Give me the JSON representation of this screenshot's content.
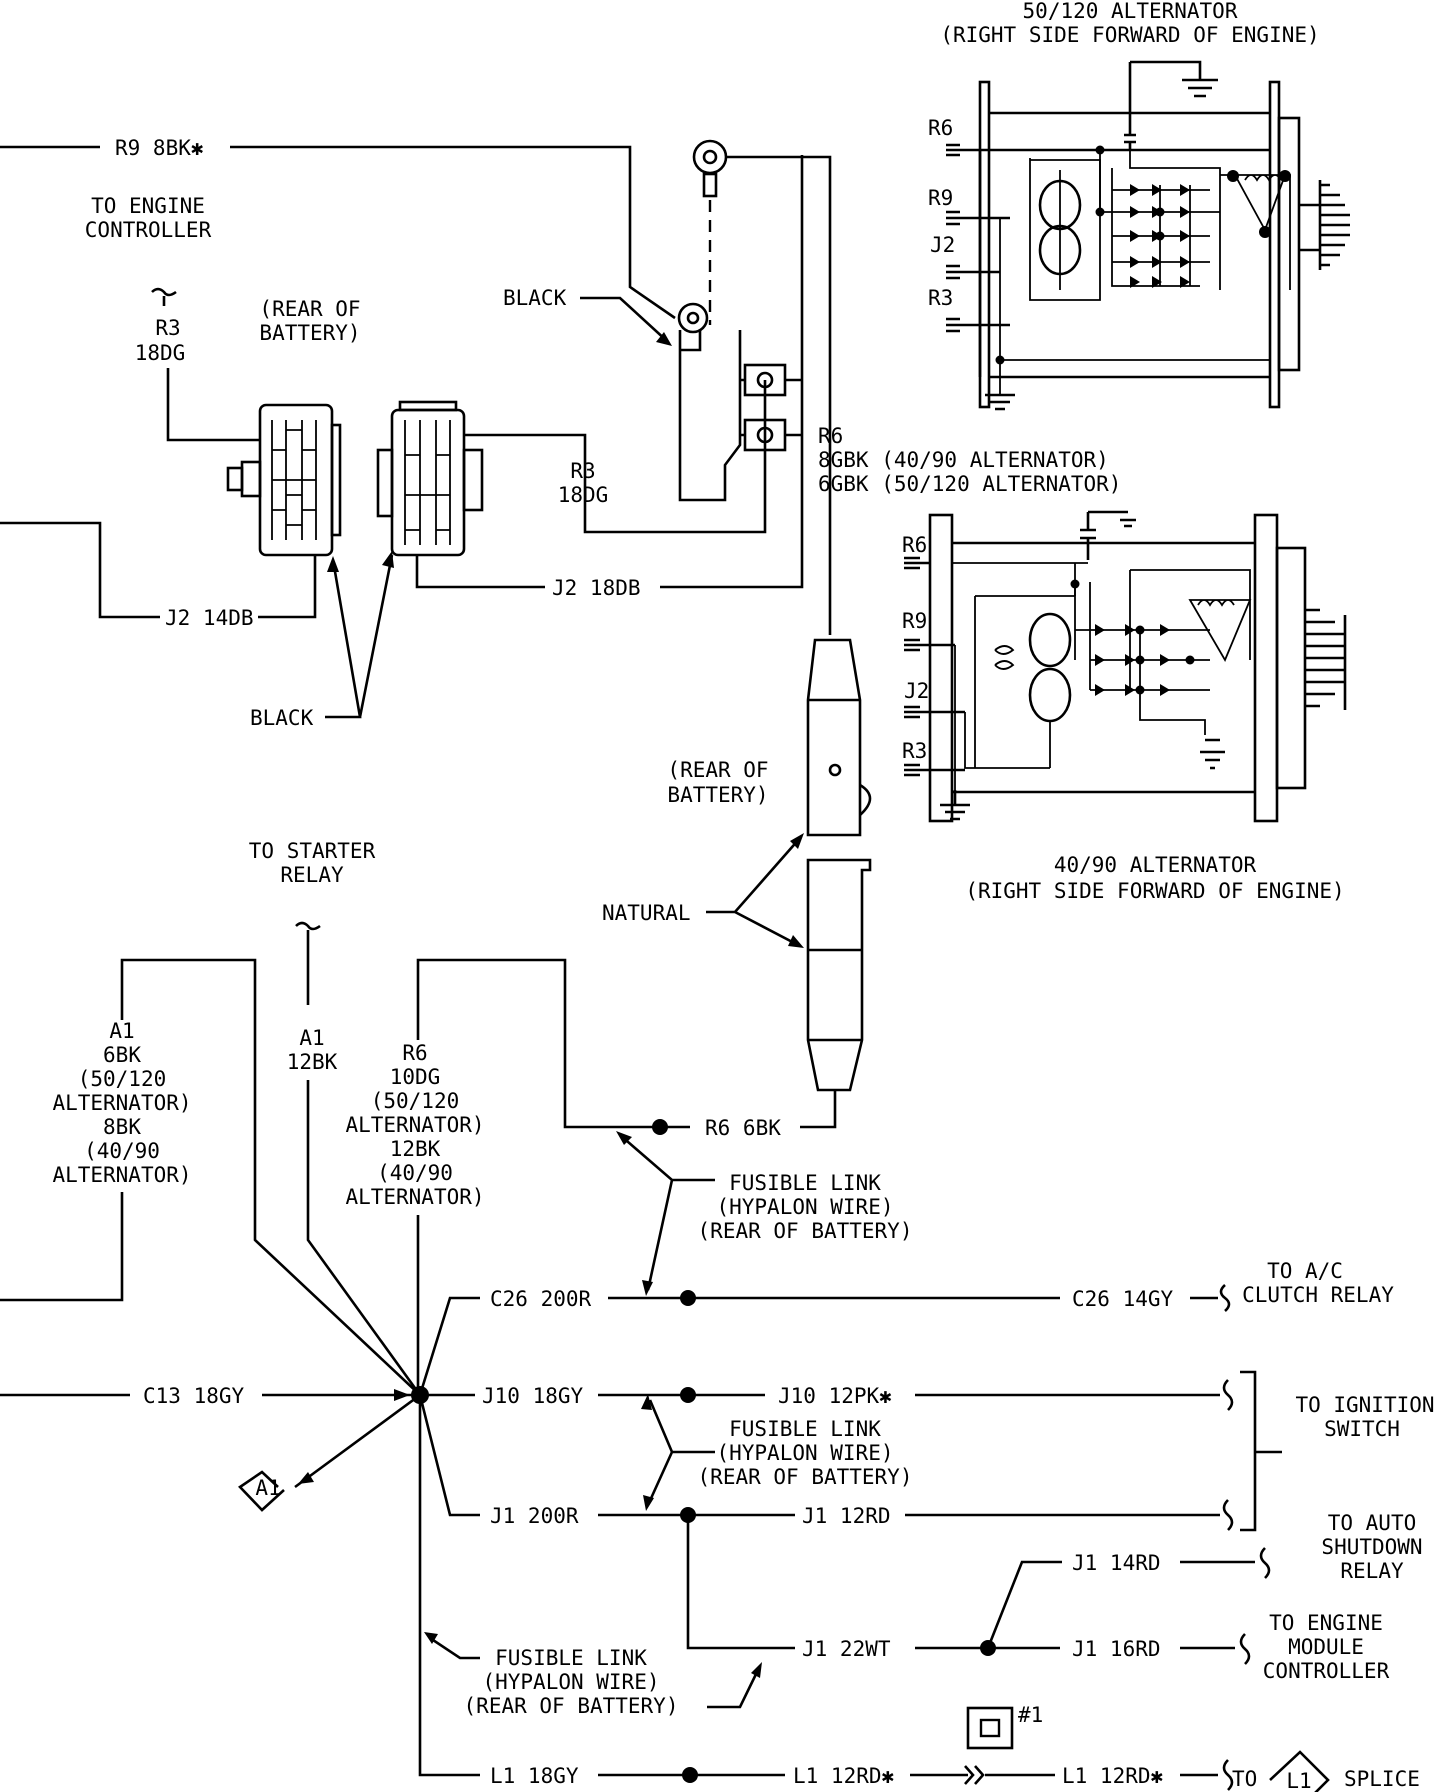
{
  "alternator_50_120": {
    "title": "50/120 ALTERNATOR",
    "location": "(RIGHT SIDE FORWARD OF ENGINE)",
    "terminals": [
      "R6",
      "R9",
      "J2",
      "R3"
    ]
  },
  "alternator_40_90": {
    "title": "40/90 ALTERNATOR",
    "location": "(RIGHT SIDE FORWARD OF ENGINE)",
    "terminals": [
      "R6",
      "R9",
      "J2",
      "R3"
    ]
  },
  "labels": {
    "r9_wire": "R9 8BK✱",
    "to_engine_controller_1": "TO ENGINE",
    "to_engine_controller_2": "CONTROLLER",
    "r3_left_1": "R3",
    "r3_left_2": "18DG",
    "rear_battery_a_1": "(REAR OF",
    "rear_battery_a_2": "BATTERY)",
    "black_top": "BLACK",
    "r6_main_1": "R6",
    "r6_main_2": "8GBK (40/90 ALTERNATOR)",
    "r6_main_3": "6GBK (50/120 ALTERNATOR)",
    "r3_mid_1": "R3",
    "r3_mid_2": "18DG",
    "j2_left": "J2 14DB",
    "j2_mid": "J2 18DB",
    "black_bottom": "BLACK",
    "rear_battery_b_1": "(REAR OF",
    "rear_battery_b_2": "BATTERY)",
    "natural": "NATURAL",
    "to_starter_1": "TO STARTER",
    "to_starter_2": "RELAY",
    "a1_left": [
      "A1",
      "6BK",
      "(50/120",
      "ALTERNATOR)",
      "8BK",
      "(40/90",
      "ALTERNATOR)"
    ],
    "a1_mid": [
      "A1",
      "12BK"
    ],
    "r6_left": [
      "R6",
      "10DG",
      "(50/120",
      "ALTERNATOR)",
      "12BK",
      "(40/90",
      "ALTERNATOR)"
    ],
    "r6_6bk": "R6 6BK",
    "fusible_1": [
      "FUSIBLE LINK",
      "(HYPALON WIRE)",
      "(REAR OF BATTERY)"
    ],
    "fusible_2": [
      "FUSIBLE LINK",
      "(HYPALON WIRE)",
      "(REAR OF BATTERY)"
    ],
    "fusible_3": [
      "FUSIBLE LINK",
      "(HYPALON WIRE)",
      "(REAR OF BATTERY)"
    ],
    "c26_left": "C26 200R",
    "c26_right": "C26 14GY",
    "to_ac_1": "TO A/C",
    "to_ac_2": "CLUTCH RELAY",
    "c13": "C13 18GY",
    "j10_left": "J10 18GY",
    "j10_right": "J10 12PK✱",
    "to_ignition_1": "TO IGNITION",
    "to_ignition_2": "SWITCH",
    "j1_left": "J1 200R",
    "j1_right": "J1 12RD",
    "a1_diamond": "A1",
    "to_asd_1": "TO AUTO",
    "to_asd_2": "SHUTDOWN",
    "to_asd_3": "RELAY",
    "j1_14rd": "J1 14RD",
    "j1_22wt": "J1 22WT",
    "j1_16rd": "J1 16RD",
    "to_ecm_1": "TO ENGINE",
    "to_ecm_2": "MODULE",
    "to_ecm_3": "CONTROLLER",
    "l1_left": "L1 18GY",
    "l1_mid": "L1 12RD✱",
    "l1_right": "L1 12RD✱",
    "connector_ref": "#1",
    "to_splice_to": "TO",
    "splice_ref": "L1",
    "splice_word": "SPLICE"
  }
}
